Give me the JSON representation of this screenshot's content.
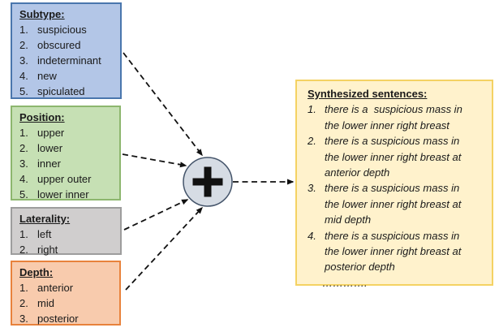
{
  "diagram_title": "attribute-to-sentence synthesis diagram",
  "colors": {
    "subtype_fill": "#b3c6e7",
    "subtype_border": "#4a76ad",
    "position_fill": "#c6e0b4",
    "position_border": "#8db66e",
    "laterality_fill": "#d0cece",
    "laterality_border": "#9d9d9d",
    "depth_fill": "#f8cbad",
    "depth_border": "#e8823c",
    "output_fill": "#fff2cc",
    "output_border": "#f4d263",
    "combiner_fill": "#d6dce4",
    "combiner_border": "#44546a",
    "arrow_color": "#111111",
    "plus_color": "#111111"
  },
  "boxes": [
    {
      "id": "subtype",
      "title": "Subtype:",
      "items": [
        "suspicious",
        "obscured",
        "indeterminant",
        "new",
        "spiculated"
      ]
    },
    {
      "id": "position",
      "title": "Position:",
      "items": [
        "upper",
        "lower",
        "inner",
        "upper outer",
        "lower inner"
      ]
    },
    {
      "id": "laterality",
      "title": "Laterality:",
      "items": [
        "left",
        "right"
      ]
    },
    {
      "id": "depth",
      "title": "Depth:",
      "items": [
        "anterior",
        "mid",
        "posterior"
      ]
    }
  ],
  "combiner": {
    "icon": "plus-icon",
    "symbol": "+"
  },
  "output": {
    "title": "Synthesized sentences:",
    "sentences": [
      [
        "there is a  suspicious mass in",
        "the lower inner right breast"
      ],
      [
        "there is a suspicious mass in",
        "the lower inner right breast at",
        "anterior depth"
      ],
      [
        "there is a suspicious mass in",
        "the lower inner right breast at",
        "mid depth"
      ],
      [
        "there is a suspicious mass in",
        "the lower inner right breast at",
        "posterior depth"
      ]
    ],
    "ellipsis": "…………."
  }
}
